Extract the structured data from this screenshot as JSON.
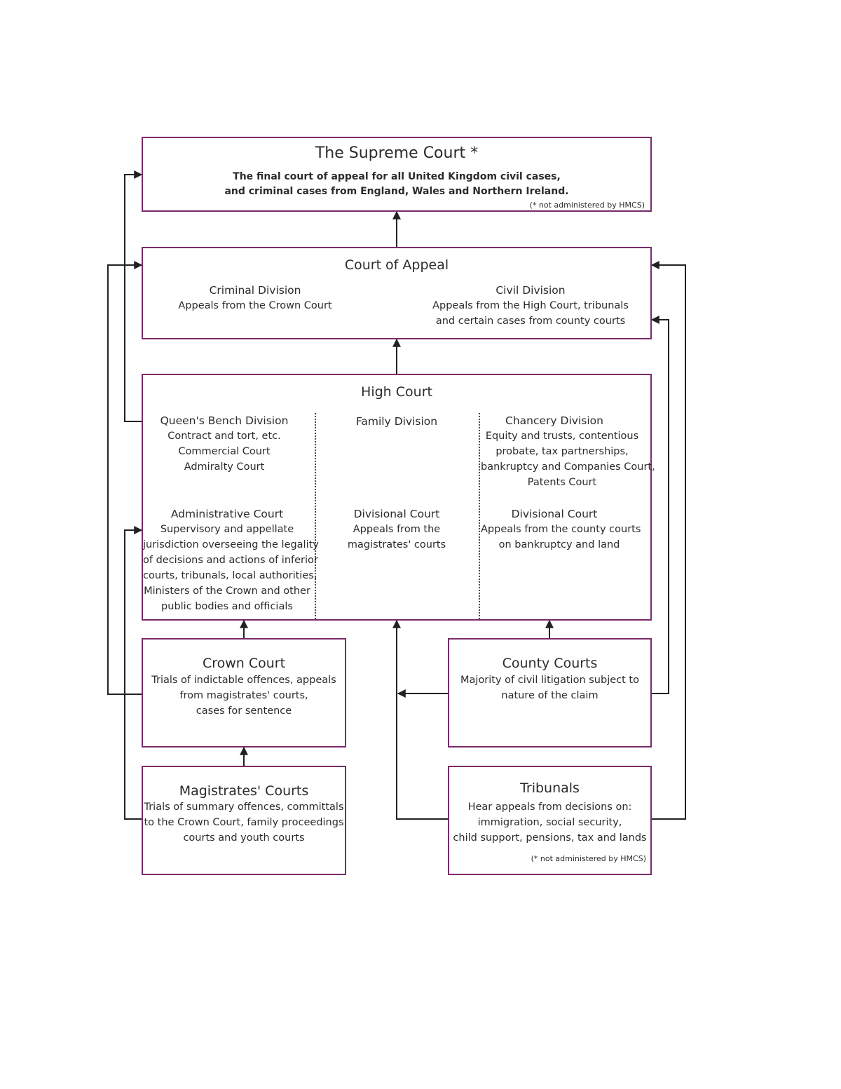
{
  "supreme": {
    "title": "The Supreme Court *",
    "line1": "The final court of appeal for all United Kingdom civil cases,",
    "line2": "and criminal cases from England, Wales and Northern Ireland.",
    "note": "(* not administered by HMCS)"
  },
  "appeal": {
    "title": "Court of Appeal",
    "criminal": {
      "heading": "Criminal Division",
      "line1": "Appeals from the Crown Court"
    },
    "civil": {
      "heading": "Civil Division",
      "line1": "Appeals from the High Court, tribunals",
      "line2": "and certain cases from county courts"
    }
  },
  "high": {
    "title": "High Court",
    "qbd": {
      "heading": "Queen's Bench Division",
      "line1": "Contract and tort, etc.",
      "line2": "Commercial Court",
      "line3": "Admiralty Court"
    },
    "family": {
      "heading": "Family Division"
    },
    "chancery": {
      "heading": "Chancery Division",
      "line1": "Equity and trusts, contentious",
      "line2": "probate, tax partnerships,",
      "line3": "bankruptcy and Companies Court,",
      "line4": "Patents Court"
    },
    "admin": {
      "heading": "Administrative Court",
      "line1": "Supervisory and appellate",
      "line2": "jurisdiction overseeing the legality",
      "line3": "of decisions and actions of inferior",
      "line4": "courts, tribunals, local authorities,",
      "line5": "Ministers of the Crown and other",
      "line6": "public bodies and officials"
    },
    "div_family": {
      "heading": "Divisional Court",
      "line1": "Appeals from the",
      "line2": "magistrates' courts"
    },
    "div_chancery": {
      "heading": "Divisional Court",
      "line1": "Appeals from the county courts",
      "line2": "on bankruptcy and land"
    }
  },
  "crown": {
    "title": "Crown Court",
    "line1": "Trials of indictable offences, appeals",
    "line2": "from magistrates' courts,",
    "line3": "cases for sentence"
  },
  "county": {
    "title": "County Courts",
    "line1": "Majority of civil litigation subject to",
    "line2": "nature of the claim"
  },
  "magistrates": {
    "title": "Magistrates' Courts",
    "line1": "Trials of summary offences, committals",
    "line2": "to the Crown Court, family proceedings",
    "line3": "courts and youth courts"
  },
  "tribunals": {
    "title": "Tribunals",
    "line1": "Hear appeals from decisions on:",
    "line2": "immigration, social security,",
    "line3": "child support, pensions, tax and lands",
    "note": "(* not administered by HMCS)"
  },
  "colors": {
    "border": "#7a2a6a",
    "arrow": "#222222"
  }
}
